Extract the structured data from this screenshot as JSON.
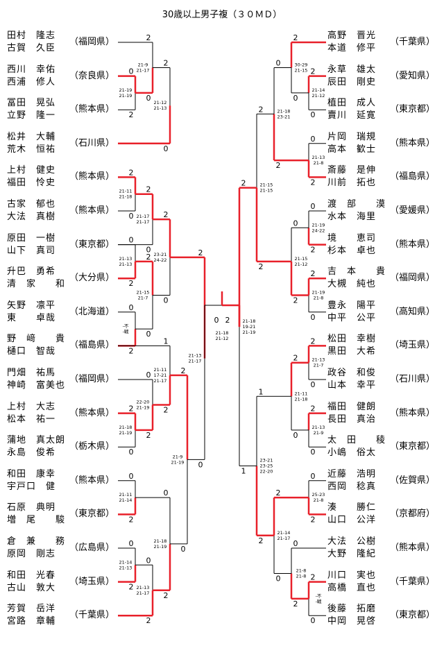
{
  "title": "30歳以上男子複（３０ＭＤ）",
  "colors": {
    "win": "#e8202a",
    "line": "#000000"
  },
  "left_pairs": [
    {
      "p1": "田村　隆志",
      "p2": "古賀　久臣",
      "pref": "（福岡県）"
    },
    {
      "p1": "西川　幸佑",
      "p2": "西浦　修人",
      "pref": "（奈良県）"
    },
    {
      "p1": "冨田　晃弘",
      "p2": "立野　隆一",
      "pref": "（熊本県）"
    },
    {
      "p1": "松井　大輔",
      "p2": "荒木　恒祐",
      "pref": "（石川県）"
    },
    {
      "p1": "上村　健史",
      "p2": "福田　怜史",
      "pref": "（熊本県）"
    },
    {
      "p1": "古家　郁也",
      "p2": "大法　真樹",
      "pref": "（熊本県）"
    },
    {
      "p1": "原田　一樹",
      "p2": "山下　真司",
      "pref": "（東京都）"
    },
    {
      "p1": "升巴　勇希",
      "p2": "清　家　　和",
      "pref": "（大分県）"
    },
    {
      "p1": "矢野　凛平",
      "p2": "東　　卓哉",
      "pref": "（北海道）"
    },
    {
      "p1": "野　﨑　　貴",
      "p2": "樋口　智哉",
      "pref": "（福島県）"
    },
    {
      "p1": "門畑　祐馬",
      "p2": "神崎　富美也",
      "pref": "（福岡県）"
    },
    {
      "p1": "上村　大志",
      "p2": "松本　祐一",
      "pref": "（熊本県）"
    },
    {
      "p1": "蒲地　真太朗",
      "p2": "永島　俊希",
      "pref": "（栃木県）"
    },
    {
      "p1": "和田　康幸",
      "p2": "宇戸口　健",
      "pref": "（熊本県）"
    },
    {
      "p1": "石原　典明",
      "p2": "増　尾　　駿",
      "pref": "（東京都）"
    },
    {
      "p1": "倉　兼　　務",
      "p2": "原岡　剛志",
      "pref": "（広島県）"
    },
    {
      "p1": "和田　光春",
      "p2": "古山　敦大",
      "pref": "（埼玉県）"
    },
    {
      "p1": "芳賀　岳洋",
      "p2": "宮路　章輔",
      "pref": "（千葉県）"
    }
  ],
  "right_pairs": [
    {
      "p1": "高野　晋光",
      "p2": "本道　修平",
      "pref": "（千葉県）"
    },
    {
      "p1": "永草　雄太",
      "p2": "辰田　剛史",
      "pref": "（愛知県）"
    },
    {
      "p1": "植田　成人",
      "p2": "賣川　延寛",
      "pref": "（東京都）"
    },
    {
      "p1": "片岡　瑞規",
      "p2": "高本　歓士",
      "pref": "（熊本県）"
    },
    {
      "p1": "斎藤　是伸",
      "p2": "川前　拓也",
      "pref": "（福島県）"
    },
    {
      "p1": "渡　部　　漠",
      "p2": "水本　海里",
      "pref": "（愛媛県）"
    },
    {
      "p1": "境　　恵司",
      "p2": "杉本　卓也",
      "pref": "（熊本県）"
    },
    {
      "p1": "吉　本　　貴",
      "p2": "大槻　純也",
      "pref": "（福岡県）"
    },
    {
      "p1": "豊永　陽平",
      "p2": "中平　公平",
      "pref": "（高知県）"
    },
    {
      "p1": "松田　幸樹",
      "p2": "黒田　大希",
      "pref": "（埼玉県）"
    },
    {
      "p1": "政谷　和俊",
      "p2": "山本　幸平",
      "pref": "（石川県）"
    },
    {
      "p1": "福田　健朗",
      "p2": "長田　真治",
      "pref": "（熊本県）"
    },
    {
      "p1": "太　田　　稜",
      "p2": "小嶋　俗太",
      "pref": "（東京都）"
    },
    {
      "p1": "近藤　浩明",
      "p2": "西岡　稔真",
      "pref": "（佐賀県）"
    },
    {
      "p1": "湊　　勝仁",
      "p2": "山口　公洋",
      "pref": "（京都府）"
    },
    {
      "p1": "大法　公樹",
      "p2": "大野　隆紀",
      "pref": "（熊本県）"
    },
    {
      "p1": "川口　実也",
      "p2": "高橋　直也",
      "pref": "（千葉県）"
    },
    {
      "p1": "後藤　拓磨",
      "p2": "中岡　晃啓",
      "pref": "（東京都）"
    }
  ],
  "left_matches": [
    {
      "a": 1,
      "b": 2,
      "w": "a",
      "ra": "0",
      "rb": "2",
      "score": [
        "21-19",
        "21-19"
      ]
    },
    {
      "a": 0,
      "b": "m0",
      "w": "b",
      "ra": "2",
      "rb": "0",
      "score": [
        "21-9",
        "21-17"
      ]
    },
    {
      "a": "m1",
      "b": 3,
      "w": "b",
      "ra": "2",
      "rb": "0",
      "score": [
        "21-12",
        "21-13"
      ]
    },
    {
      "a": 4,
      "b": 5,
      "w": "a",
      "ra": "2",
      "rb": "0",
      "score": [
        "21-11",
        "21-18"
      ]
    },
    {
      "a": "m3",
      "b": 6,
      "w": "a",
      "ra": "2",
      "rb": "0",
      "score": [
        "21-17",
        "21-17"
      ]
    },
    {
      "a": 6,
      "b": 7,
      "w": "b",
      "ra": "0",
      "rb": "2",
      "score": [
        "21-13",
        "21-13"
      ]
    },
    {
      "a": 8,
      "b": 9,
      "w": "b",
      "ra": "0",
      "rb": "2",
      "score": [
        "-不",
        "-戦"
      ]
    },
    {
      "a": "m5",
      "b": "m6",
      "w": "a",
      "ra": "2",
      "rb": "0",
      "score": [
        "21-15",
        "21-7"
      ]
    },
    {
      "a": 11,
      "b": 12,
      "w": "a",
      "ra": "2",
      "rb": "0",
      "score": [
        "21-18",
        "21-19"
      ]
    },
    {
      "a": 10,
      "b": "m8",
      "w": "b",
      "ra": "0",
      "rb": "2",
      "score": [
        "22-20",
        "21-19"
      ]
    },
    {
      "a": 9,
      "b": "m9",
      "w": "b",
      "ra": "1",
      "rb": "2",
      "score": [
        "21-11",
        "17-21",
        "21-17"
      ]
    },
    {
      "a": 13,
      "b": 14,
      "w": "b",
      "ra": "0",
      "rb": "2",
      "score": [
        "21-11",
        "21-14"
      ]
    },
    {
      "a": 15,
      "b": 16,
      "w": "b",
      "ra": "0",
      "rb": "2",
      "score": [
        "21-14",
        "21-13"
      ]
    },
    {
      "a": "m12",
      "b": 17,
      "w": "b",
      "ra": "0",
      "rb": "2",
      "score": [
        "21-13",
        "21-17"
      ]
    },
    {
      "a": "m11",
      "b": "m13",
      "w": "b",
      "ra": "0",
      "rb": "2",
      "score": [
        "21-18",
        "21-19"
      ]
    },
    {
      "a": "m10",
      "b": "m14",
      "w": "a",
      "ra": "2",
      "rb": "0",
      "score": [
        "21-9",
        "21-19"
      ]
    },
    {
      "a": "m4",
      "b": "m7",
      "w": "a",
      "ra": "2",
      "rb": "0",
      "score": [
        "23-21",
        "24-22"
      ]
    },
    {
      "a": "m16",
      "b": "m15",
      "w": "a",
      "ra": "2",
      "rb": "0",
      "score": [
        "21-13",
        "21-17"
      ]
    }
  ],
  "right_matches": [
    {
      "a": 1,
      "b": 2,
      "w": "a",
      "ra": "2",
      "rb": "0",
      "score": [
        "21-14",
        "21-12"
      ]
    },
    {
      "a": 0,
      "b": "m0",
      "w": "a",
      "ra": "2",
      "rb": "0",
      "score": [
        "30-29",
        "21-15"
      ]
    },
    {
      "a": 3,
      "b": 4,
      "w": "b",
      "ra": "0",
      "rb": "2",
      "score": [
        "21-13",
        "21-8"
      ]
    },
    {
      "a": "m1",
      "b": "m2",
      "w": "b",
      "ra": "0",
      "rb": "2",
      "score": [
        "21-18",
        "23-21"
      ]
    },
    {
      "a": 5,
      "b": 6,
      "w": "b",
      "ra": "0",
      "rb": "2",
      "score": [
        "21-19",
        "24-22"
      ]
    },
    {
      "a": 7,
      "b": 8,
      "w": "a",
      "ra": "2",
      "rb": "0",
      "score": [
        "21-19",
        "21-8"
      ]
    },
    {
      "a": "m4",
      "b": "m5",
      "w": "b",
      "ra": "0",
      "rb": "2",
      "score": [
        "21-15",
        "21-12"
      ]
    },
    {
      "a": 9,
      "b": 10,
      "w": "a",
      "ra": "2",
      "rb": "0",
      "score": [
        "21-13",
        "21-7"
      ]
    },
    {
      "a": 11,
      "b": 12,
      "w": "a",
      "ra": "2",
      "rb": "0",
      "score": [
        "21-13",
        "21-9"
      ]
    },
    {
      "a": "m7",
      "b": "m8",
      "w": "a",
      "ra": "2",
      "rb": "0",
      "score": [
        "21-11",
        "21-18"
      ]
    },
    {
      "a": 13,
      "b": 14,
      "w": "b",
      "ra": "0",
      "rb": "2",
      "score": [
        "25-23",
        "21-8"
      ]
    },
    {
      "a": 16,
      "b": 17,
      "w": "a",
      "ra": "2",
      "rb": "0",
      "score": [
        "-不",
        "-戦"
      ]
    },
    {
      "a": 15,
      "b": "m11",
      "w": "b",
      "ra": "0",
      "rb": "2",
      "score": [
        "21-8",
        "21-8"
      ]
    },
    {
      "a": "m10",
      "b": "m12",
      "w": "a",
      "ra": "2",
      "rb": "0",
      "score": [
        "21-14",
        "21-17"
      ]
    },
    {
      "a": "m9",
      "b": "m13",
      "w": "b",
      "ra": "1",
      "rb": "2",
      "score": [
        "23-21",
        "23-25",
        "22-20"
      ]
    },
    {
      "a": "m3",
      "b": "m6",
      "w": "b",
      "ra": "2",
      "rb": "2",
      "score": [
        "21-15",
        "21-15"
      ]
    },
    {
      "a": "m15",
      "b": "m14",
      "w": "a",
      "ra": "2",
      "rb": "1",
      "score": [
        "21-18",
        "19-21",
        "21-19"
      ]
    }
  ],
  "final": {
    "left": "0",
    "right": "2",
    "score": [
      "21-18",
      "21-12"
    ]
  }
}
